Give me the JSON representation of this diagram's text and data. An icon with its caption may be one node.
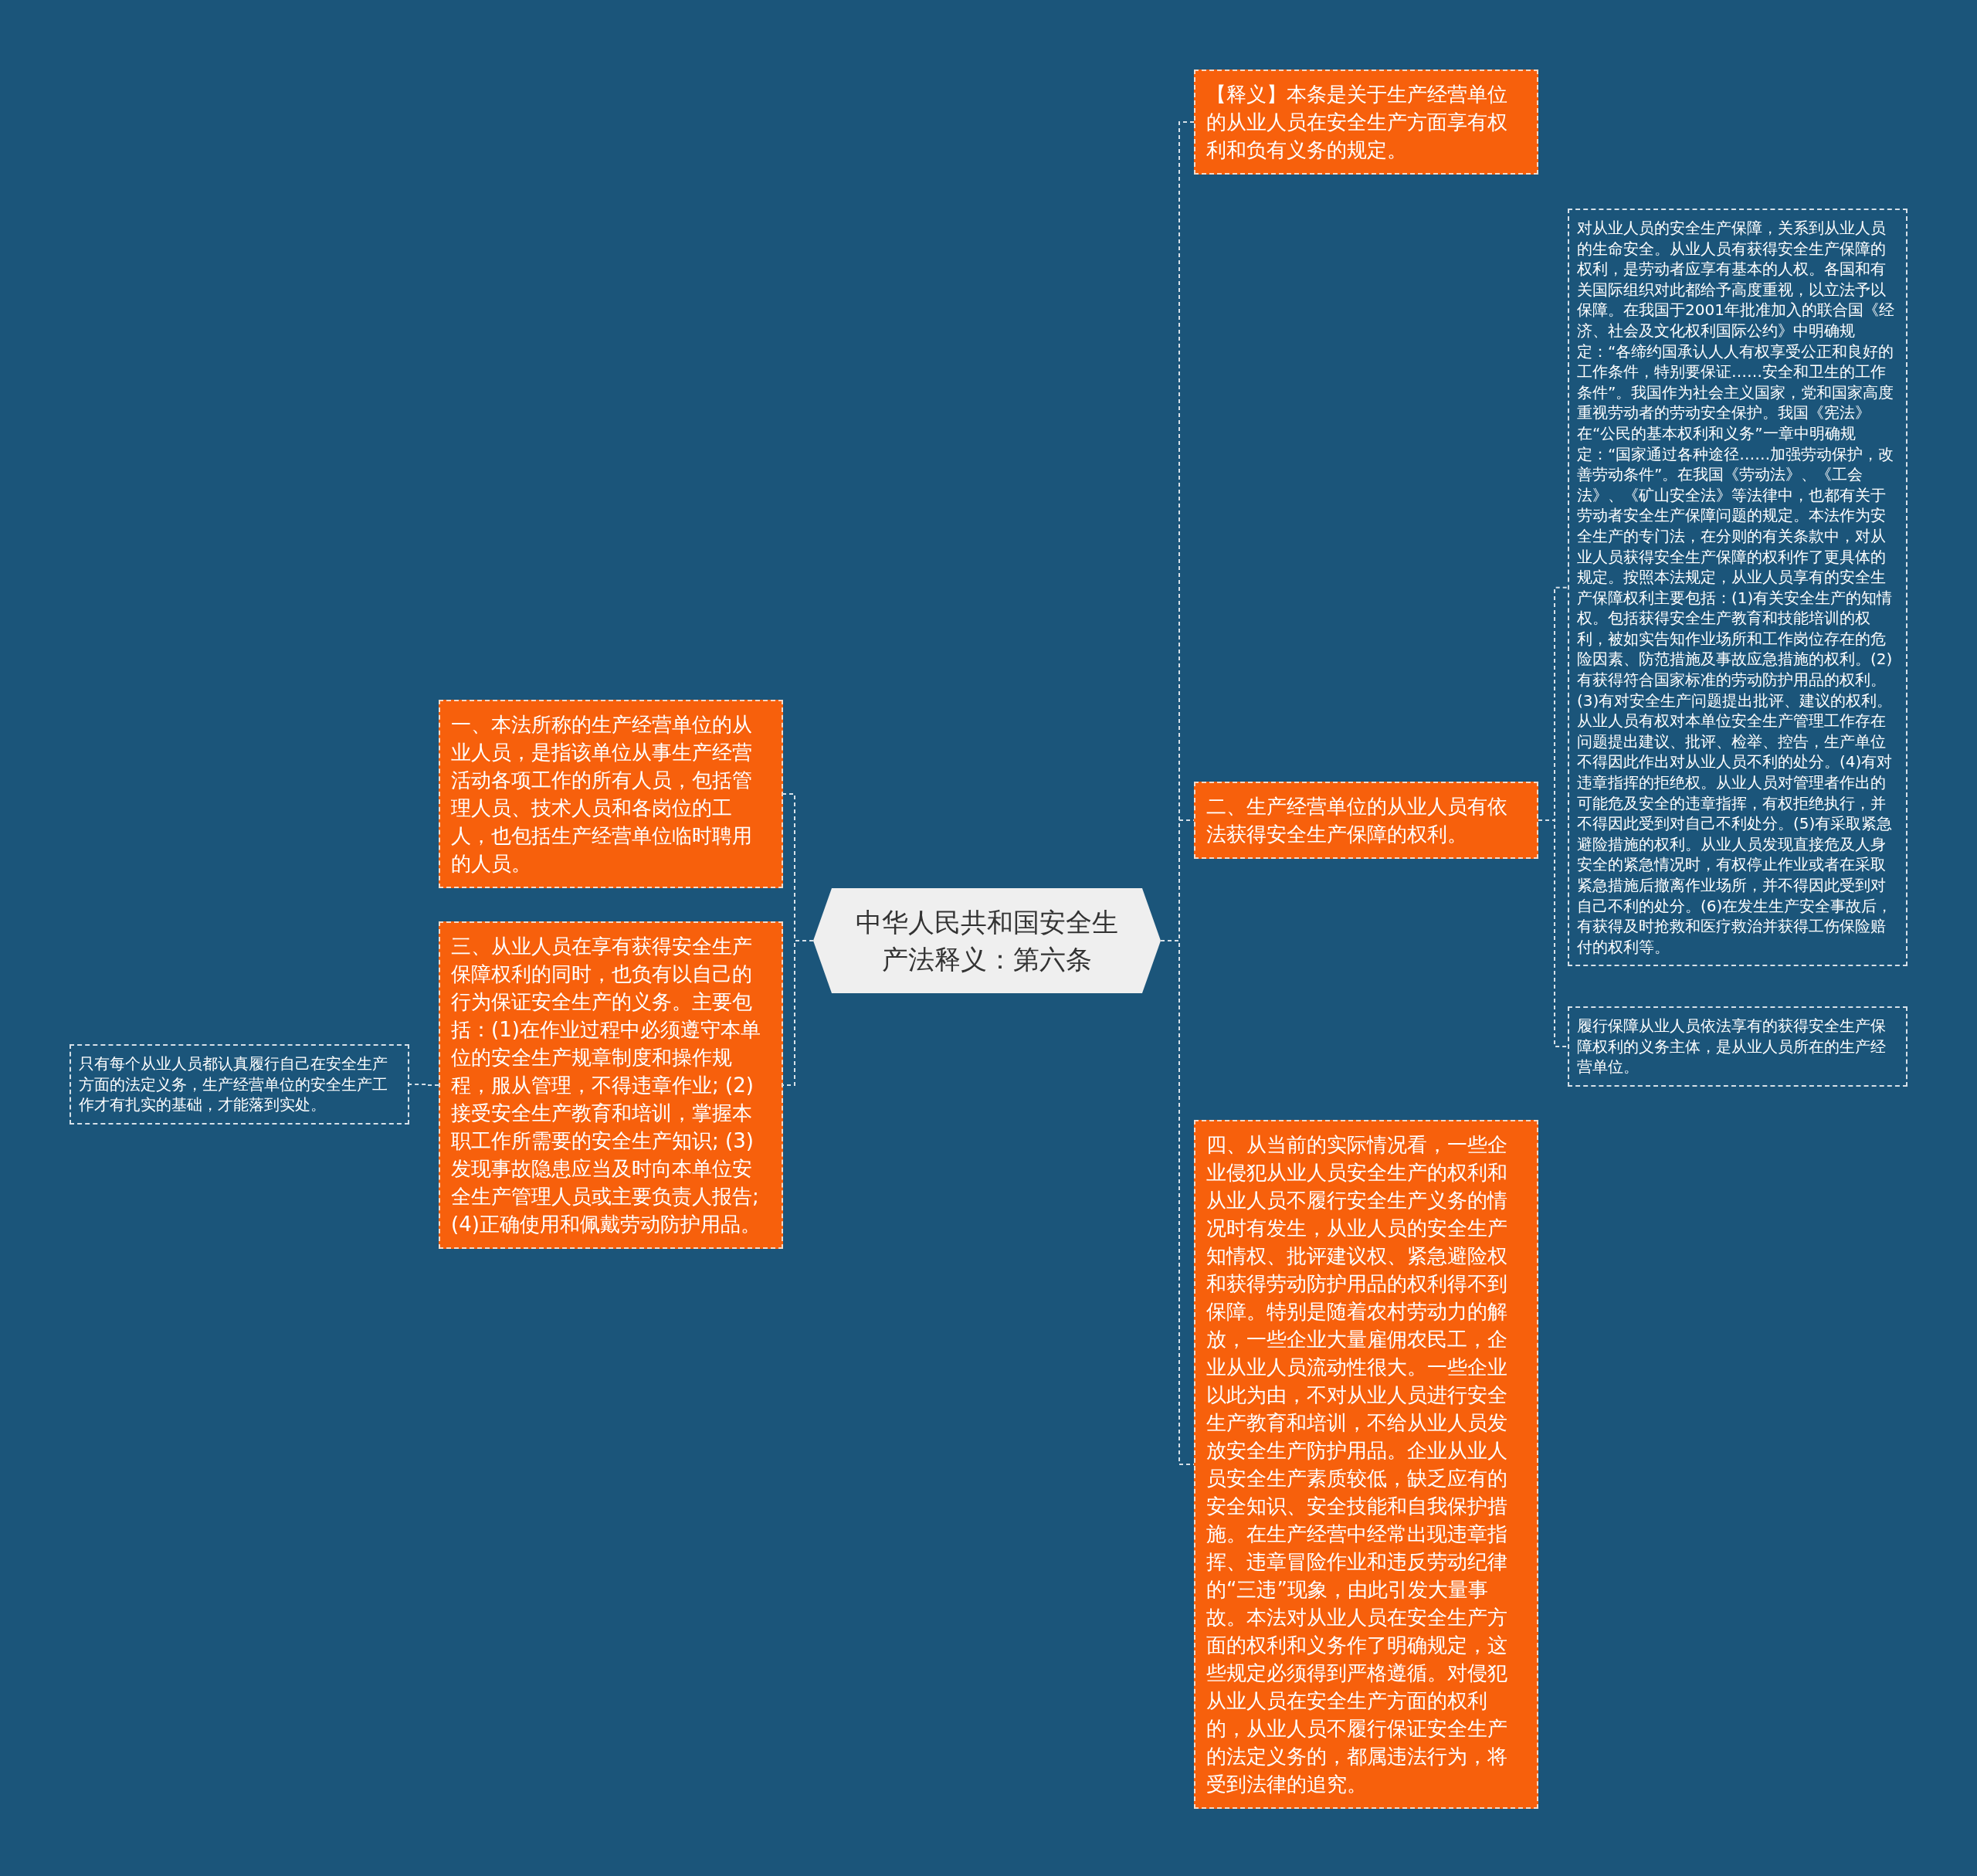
{
  "diagram": {
    "nodes": [
      {
        "text": [
          "中华人民共和国安全生产法释义：第六条"
        ]
      },
      {
        "text": [
          "【释义】本条是关于生产经营单位的从业人员在安全生产方面享有权利和负有义务的规定。"
        ]
      },
      {
        "text": [
          "二、生产经营单位的从业人员有依法获得安全生产保障的权利。"
        ]
      },
      {
        "text": [
          "对从业人员的安全生产保障，关系到从业人员的生命安全。从业人员有获得安全生产保障的权利，是劳动者应享有基本的人权。各国和有关国际组织对此都给予高度重视，以立法予以保障。在我国于2001年批准加入的联合国《经济、社会及文化权利国际公约》中明确规定：“各缔约国承认人人有权享受公正和良好的工作条件，特别要保证……安全和卫生的工作条件”。我国作为社会主义国家，党和国家高度重视劳动者的劳动安全保护。我国《宪法》在“公民的基本权利和义务”一章中明确规定：“国家通过各种途径……加强劳动保护，改善劳动条件”。在我国《劳动法》、《工会法》、《矿山安全法》等法律中，也都有关于劳动者安全生产保障问题的规定。本法作为安全生产的专门法，在分则的有关条款中，对从业人员获得安全生产保障的权利作了更具体的规定。按照本法规定，从业人员享有的安全生产保障权利主要包括：(1)有关安全生产的知情权。包括获得安全生产教育和技能培训的权利，被如实告知作业场所和工作岗位存在的危险因素、防范措施及事故应急措施的权利。(2)有获得符合国家标准的劳动防护用品的权利。 (3)有对安全生产问题提出批评、建议的权利。从业人员有权对本单位安全生产管理工作存在问题提出建议、批评、检举、控告，生产单位不得因此作出对从业人员不利的处分。(4)有对违章指挥的拒绝权。从业人员对管理者作出的可能危及安全的违章指挥，有权拒绝执行，并不得因此受到对自己不利处分。(5)有采取紧急避险措施的权利。从业人员发现直接危及人身安全的紧急情况时，有权停止作业或者在采取紧急措施后撤离作业场所，并不得因此受到对自己不利的处分。(6)在发生生产安全事故后，有获得及时抢救和医疗救治并获得工伤保险赔付的权利等。"
        ]
      },
      {
        "text": [
          "履行保障从业人员依法享有的获得安全生产保障权利的义务主体，是从业人员所在的生产经营单位。"
        ]
      },
      {
        "text": [
          "四、从当前的实际情况看，一些企业侵犯从业人员安全生产的权利和从业人员不履行安全生产义务的情况时有发生，从业人员的安全生产知情权、批评建议权、紧急避险权和获得劳动防护用品的权利得不到保障。特别是随着农村劳动力的解放，一些企业大量雇佣农民工，企业从业人员流动性很大。一些企业以此为由，不对从业人员进行安全生产教育和培训，不给从业人员发放安全生产防护用品。企业从业人员安全生产素质较低，缺乏应有的安全知识、安全技能和自我保护措施。在生产经营中经常出现违章指挥、违章冒险作业和违反劳动纪律的“三违”现象，由此引发大量事故。本法对从业人员在安全生产方面的权利和义务作了明确规定，这些规定必须得到严格遵循。对侵犯从业人员在安全生产方面的权利的，从业人员不履行保证安全生产的法定义务的，都属违法行为，将受到法律的追究。"
        ]
      },
      {
        "text": [
          "一、本法所称的生产经营单位的从业人员，是指该单位从事生产经营活动各项工作的所有人员，包括管理人员、技术人员和各岗位的工人，也包括生产经营单位临时聘用的人员。"
        ]
      },
      {
        "text": [
          "三、从业人员在享有获得安全生产保障权利的同时，也负有以自己的行为保证安全生产的义务。主要包括：(1)在作业过程中必须遵守本单位的安全生产规章制度和操作规程，服从管理，不得违章作业; (2)接受安全生产教育和培训，掌握本职工作所需要的安全生产知识; (3)发现事故隐患应当及时向本单位安全生产管理人员或主要负责人报告; (4)正确使用和佩戴劳动防护用品。"
        ]
      },
      {
        "text": [
          "只有每个从业人员都认真履行自己在安全生产方面的法定义务，生产经营单位的安全生产工作才有扎实的基础，才能落到实处。"
        ]
      }
    ],
    "edges": [
      {
        "from": 0,
        "to": 1,
        "arrow": "none"
      },
      {
        "from": 0,
        "to": 2,
        "arrow": "none"
      },
      {
        "from": 2,
        "to": 3,
        "arrow": "none"
      },
      {
        "from": 2,
        "to": 4,
        "arrow": "none"
      },
      {
        "from": 0,
        "to": 5,
        "arrow": "none"
      },
      {
        "from": 0,
        "to": 6,
        "arrow": "none"
      },
      {
        "from": 0,
        "to": 7,
        "arrow": "none"
      },
      {
        "from": 7,
        "to": 8,
        "arrow": "none"
      }
    ]
  }
}
